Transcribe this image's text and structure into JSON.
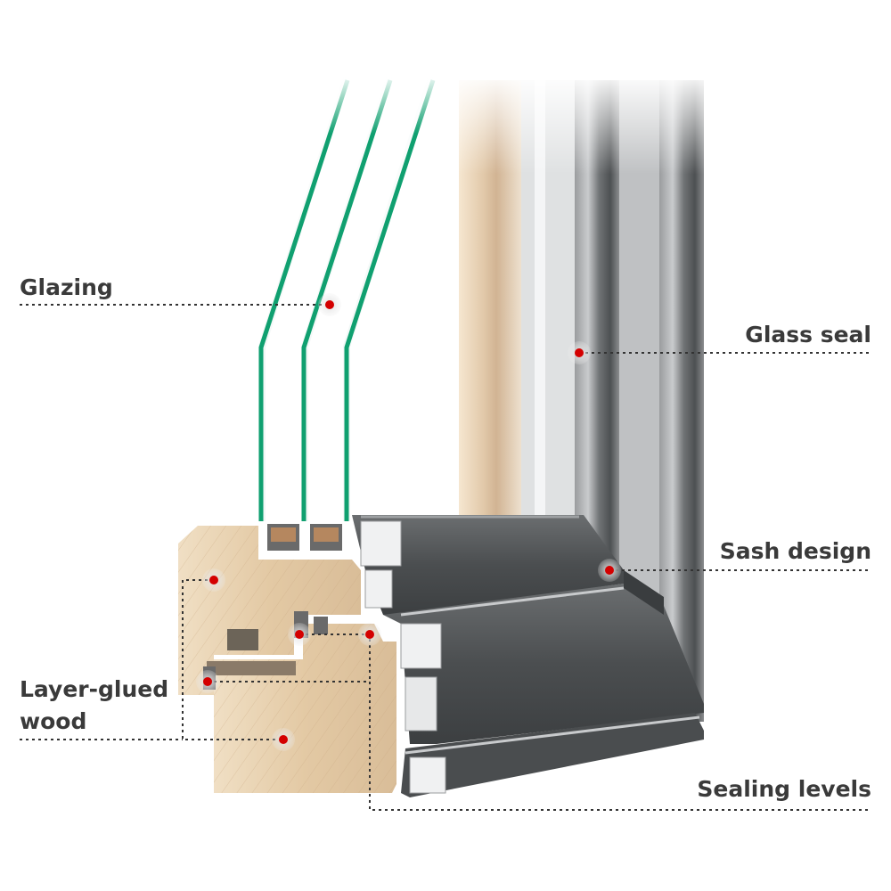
{
  "labels": {
    "glazing": "Glazing",
    "glass_seal": "Glass seal",
    "sash_design": "Sash design",
    "layer_glued_line1": "Layer-glued",
    "layer_glued_line2": "wood",
    "sealing_levels": "Sealing levels"
  },
  "colors": {
    "text": "#3a3a3a",
    "marker_dot": "#d40000",
    "marker_halo": "#cfcfcf",
    "leader_line": "#333333",
    "glass_edge": "#10a070",
    "wood": "#e6cfae",
    "aluminium": "#55585a"
  },
  "icons": [
    "marker-dot-icon"
  ]
}
